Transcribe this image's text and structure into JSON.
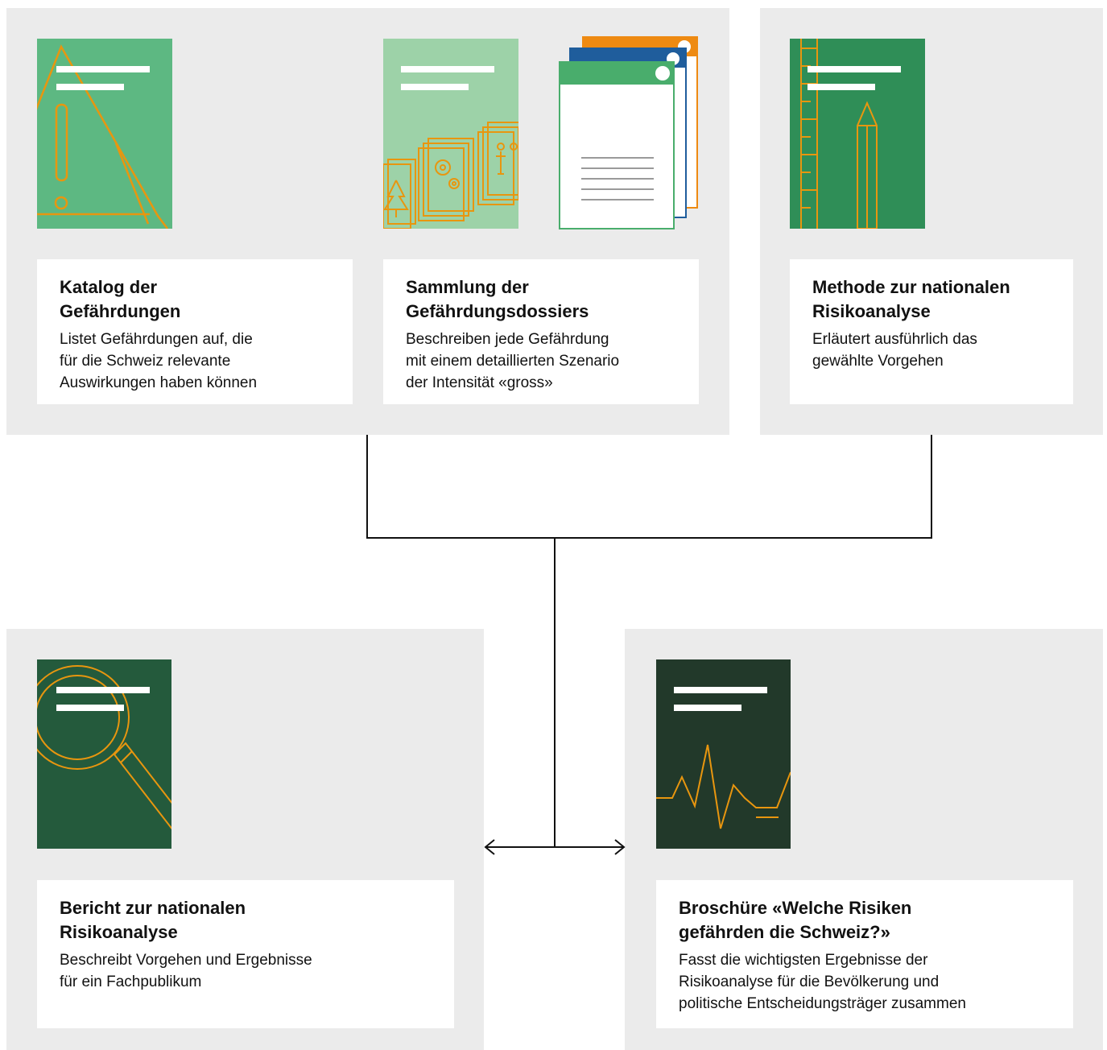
{
  "documents": {
    "katalog": {
      "title": [
        "Katalog der",
        "Gefährdungen"
      ],
      "description": [
        "Listet Gefährdungen auf, die",
        "für die Schweiz relevante",
        "Auswirkungen haben können"
      ],
      "cover_icon": "warning-triangle-icon"
    },
    "dossiers": {
      "title": [
        "Sammlung der",
        "Gefährdungsdossiers"
      ],
      "description": [
        "Beschreiben jede Gefährdung",
        "mit einem detaillierten Szenario",
        "der Intensität «gross»"
      ],
      "cover_icon": "dossier-stack-icon"
    },
    "methode": {
      "title": [
        "Methode zur nationalen",
        "Risikoanalyse"
      ],
      "description": [
        "Erläutert ausführlich das",
        "gewählte Vorgehen"
      ],
      "cover_icon": "ruler-pencil-icon"
    },
    "bericht": {
      "title": [
        "Bericht zur nationalen",
        "Risikoanalyse"
      ],
      "description": [
        "Beschreibt Vorgehen und Ergebnisse",
        "für ein Fachpublikum"
      ],
      "cover_icon": "magnifier-icon"
    },
    "broschuere": {
      "title": [
        "Broschüre «Welche Risiken",
        "gefährden die Schweiz?»"
      ],
      "description": [
        "Fasst die wichtigsten Ergebnisse der",
        "Risikoanalyse für die Bevölkerung und",
        "politische Entscheidungsträger zusammen"
      ],
      "cover_icon": "pulse-line-icon"
    }
  },
  "colors": {
    "panel_background": "#ebebeb",
    "card_background": "#ffffff",
    "line_art": "#e8960f",
    "cover_katalog": "#5db882",
    "cover_dossiers": "#9dd2a8",
    "cover_methode": "#2f8e57",
    "cover_bericht": "#245a3c",
    "cover_broschuere": "#22392a",
    "sheet_orange": "#ee8a12",
    "sheet_blue": "#1f5d9c",
    "sheet_green": "#49ad6c",
    "connector": "#111111"
  }
}
